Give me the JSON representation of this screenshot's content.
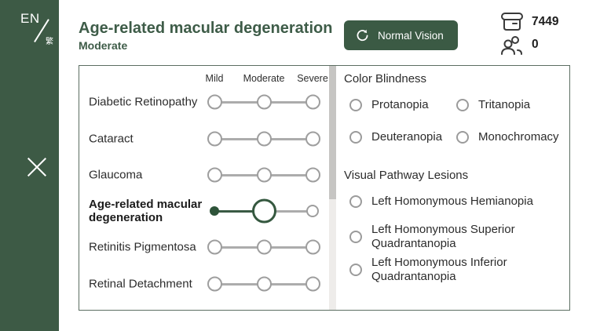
{
  "sidebar": {
    "lang_primary": "EN",
    "lang_secondary": "繁"
  },
  "header": {
    "title": "Age-related macular degeneration",
    "subtitle": "Moderate",
    "reset_button_label": "Normal Vision",
    "stats": {
      "headset_count": "7449",
      "user_count": "0"
    }
  },
  "severity": {
    "levels": [
      "Mild",
      "Moderate",
      "Severe"
    ]
  },
  "diseases": [
    {
      "label": "Diabetic Retinopathy",
      "selected": false
    },
    {
      "label": "Cataract",
      "selected": false
    },
    {
      "label": "Glaucoma",
      "selected": false
    },
    {
      "label": "Age-related macular degeneration",
      "selected": true,
      "level": "Moderate"
    },
    {
      "label": "Retinitis Pigmentosa",
      "selected": false
    },
    {
      "label": "Retinal Detachment",
      "selected": false
    }
  ],
  "color_blindness": {
    "title": "Color Blindness",
    "options": [
      "Protanopia",
      "Tritanopia",
      "Deuteranopia",
      "Monochromacy"
    ]
  },
  "visual_pathway": {
    "title": "Visual Pathway Lesions",
    "options": [
      "Left Homonymous Hemianopia",
      "Left Homonymous Superior Quadrantanopia",
      "Left Homonymous Inferior Quadrantanopia"
    ]
  },
  "colors": {
    "accent_green": "#3b5a44",
    "sidebar_green": "#3d5a45",
    "slider_gray": "#acacac",
    "selected_ring_green": "#35583f"
  }
}
